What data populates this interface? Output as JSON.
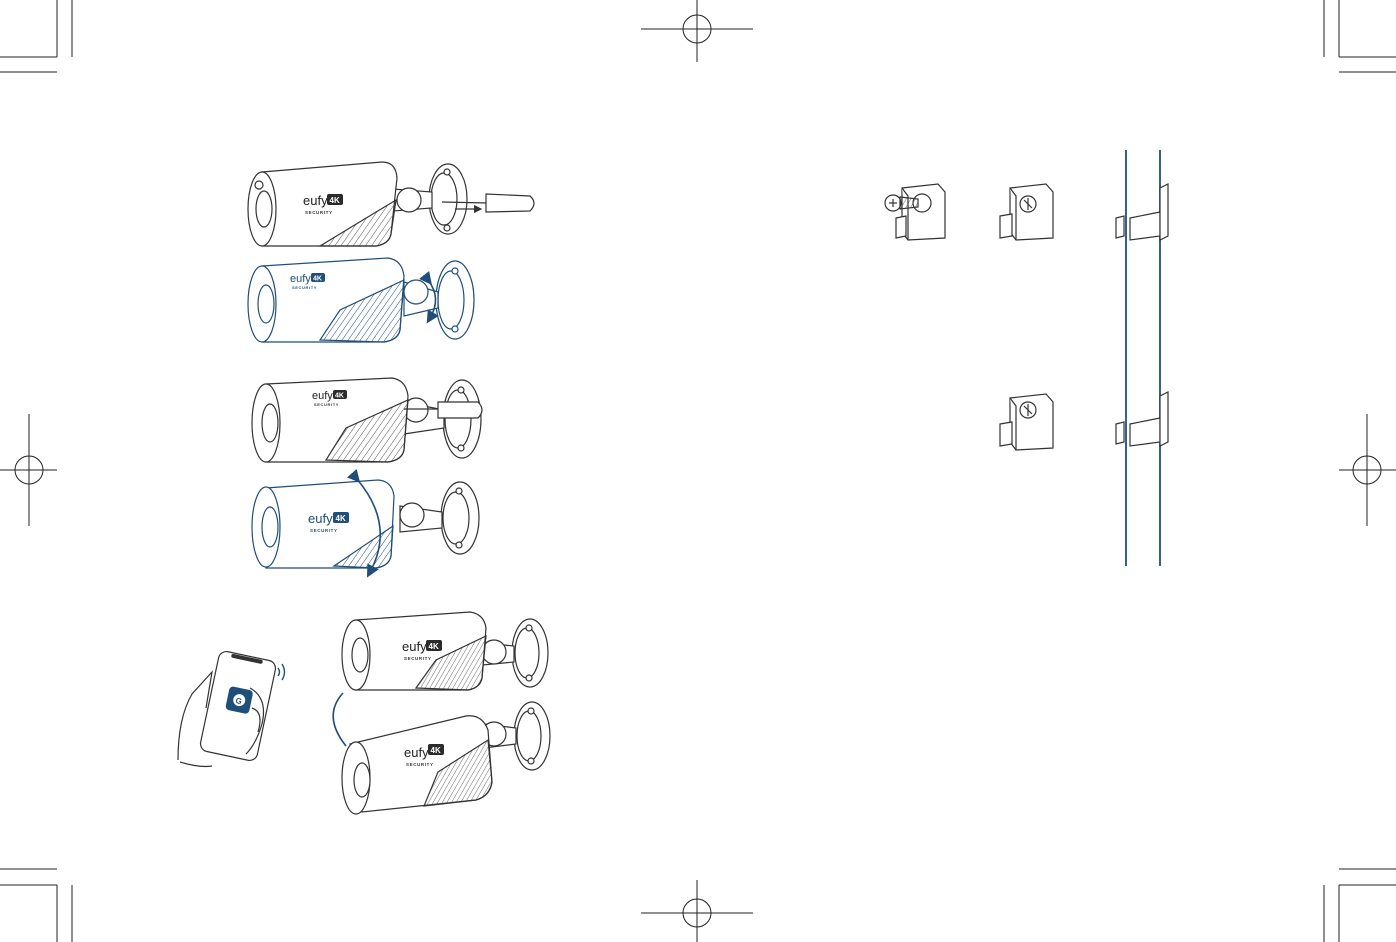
{
  "brand": {
    "wordmark": "eufy",
    "resolution_badge": "4K",
    "sub_label": "SECURITY"
  },
  "app_icon": {
    "glyph": "G"
  },
  "colors": {
    "line": "#3a3a3a",
    "accent_blue": "#1f4e7a",
    "badge_dark": "#2b2b2b",
    "paper": "#ffffff"
  },
  "icons": {
    "crop_mark": "crop-mark-icon",
    "registration_mark": "registration-target-icon",
    "screwdriver": "screwdriver-icon",
    "rotation_arrow": "rotation-arrow-icon",
    "phone_app": "phone-app-icon",
    "signal_waves": "signal-waves-icon",
    "wall_mount_screw": "screw-icon",
    "mount_bracket": "mount-bracket-icon",
    "pole": "pole-icon"
  }
}
